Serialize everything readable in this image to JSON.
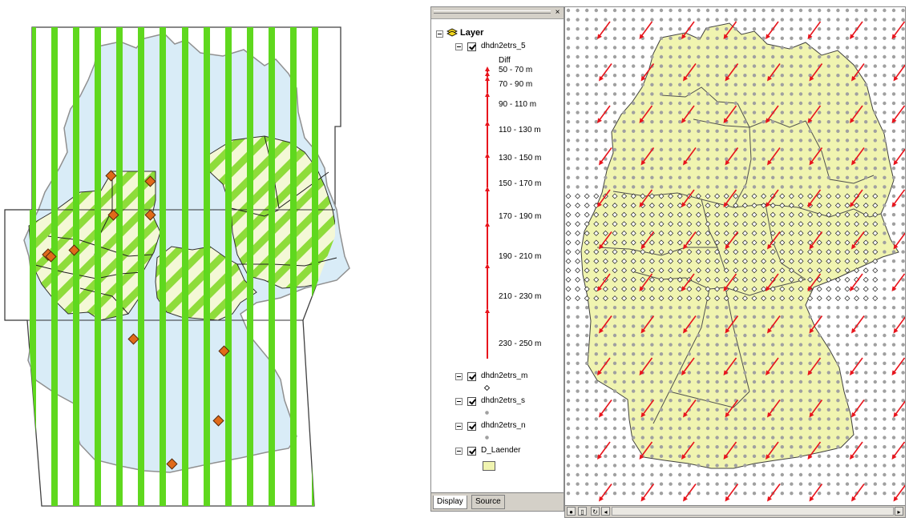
{
  "toc": {
    "root_label": "Layer",
    "layers": [
      {
        "name": "dhdn2etrs_5",
        "field": "Diff"
      },
      {
        "name": "dhdn2etrs_m"
      },
      {
        "name": "dhdn2etrs_s"
      },
      {
        "name": "dhdn2etrs_n"
      },
      {
        "name": "D_Laender"
      }
    ],
    "classes": [
      "50 - 70 m",
      "70 - 90 m",
      "90 - 110 m",
      "110 - 130 m",
      "130 - 150 m",
      "150 - 170 m",
      "170 - 190 m",
      "190 - 210 m",
      "210 - 230 m",
      "230 - 250 m"
    ],
    "tabs": {
      "display": "Display",
      "source": "Source"
    },
    "close_glyph": "×"
  },
  "colors": {
    "arrow_red": "#e8141c",
    "land_yellow": "#f0f4b0",
    "land_blue": "#d9ecf7",
    "strip_green": "#5fd81e",
    "hatch_green": "#a8e050",
    "dot_gray": "#a0a0a0",
    "marker_orange": "#e06a1a"
  },
  "icons": {
    "layer_group": "layers-icon",
    "close": "close-icon",
    "expand": "tree-minus-icon"
  }
}
